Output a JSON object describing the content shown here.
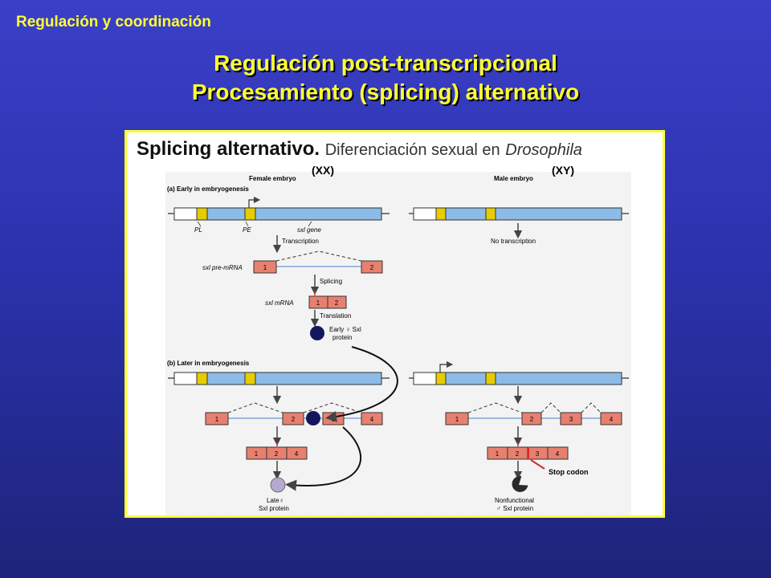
{
  "header": {
    "topic": "Regulación y coordinación",
    "title_line1": "Regulación post-transcripcional",
    "title_line2": "Procesamiento (splicing) alternativo"
  },
  "panel": {
    "heading_bold": "Splicing alternativo.",
    "heading_rest": "Diferenciación sexual en",
    "heading_italic": "Drosophila"
  },
  "figure": {
    "female_label": "Female embryo",
    "female_karyotype": "(XX)",
    "male_label": "Male embryo",
    "male_karyotype": "(XY)",
    "section_a": "(a) Early in embryogenesis",
    "section_b": "(b) Later in embryogenesis",
    "promoter_pl": "PL",
    "promoter_pe": "PE",
    "gene_label": "sxl gene",
    "transcription": "Transcription",
    "no_transcription": "No transcription",
    "pre_mrna": "sxl pre-mRNA",
    "splicing": "Splicing",
    "mrna": "sxl mRNA",
    "translation": "Translation",
    "early_protein_1": "Early ♀ Sxl",
    "early_protein_2": "protein",
    "late_protein_1": "Late♀",
    "late_protein_2": "Sxl protein",
    "nonfunc_1": "Nonfunctional",
    "nonfunc_2": "♂ Sxl protein",
    "stop_codon": "Stop codon",
    "exons_early": [
      "1",
      "2"
    ],
    "mrna_early": [
      "1",
      "2"
    ],
    "exons_late": [
      "1",
      "2",
      "3",
      "4"
    ],
    "mrna_female_late": [
      "1",
      "2",
      "4"
    ],
    "mrna_male_late": [
      "1",
      "2",
      "3",
      "4"
    ]
  },
  "colors": {
    "exon": "#e8806f",
    "gene_body": "#8cbbe6",
    "promoter_box": "#e6cc00",
    "early_protein": "#14175e",
    "late_protein": "#b6a8cf",
    "stop_marker": "#d62b2b"
  }
}
